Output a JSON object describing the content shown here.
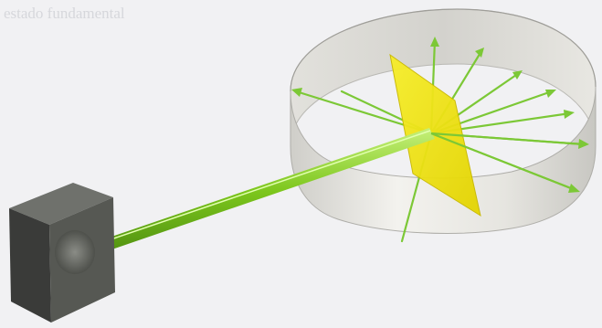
{
  "background_text": {
    "lines": [
      "",
      "",
      "",
      "",
      "",
      "",
      "",
      "",
      "",
      "",
      "",
      "estado fundamental"
    ]
  },
  "scene": {
    "objects": [
      "source-block",
      "beam",
      "yellow-foil",
      "circular-screen",
      "scattered-rays"
    ],
    "colors": {
      "screen": "#e9e8e4",
      "screen_inner": "#d6d5d0",
      "foil": "#f2e300",
      "beam": "#7cc61c",
      "rays": "#7cc836",
      "block": "#4b4c4a"
    }
  }
}
